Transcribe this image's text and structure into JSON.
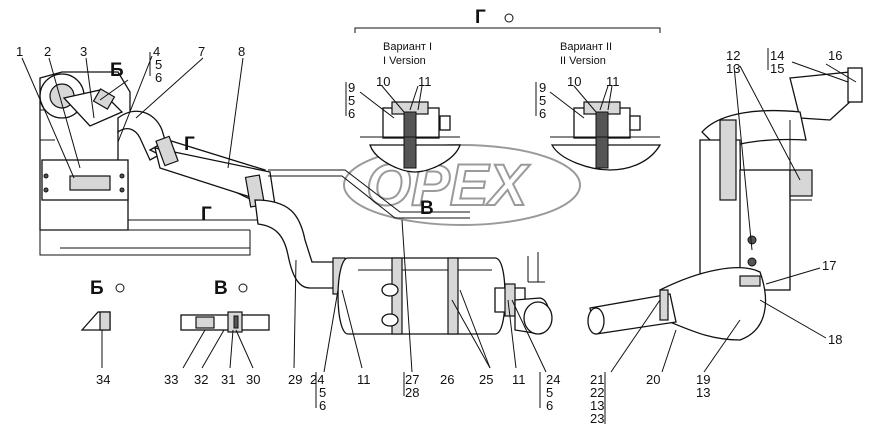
{
  "views": {
    "G_title": "Г",
    "B_title": "Б",
    "V_title": "В",
    "variant1": {
      "ru": "Вариант I",
      "en": "I Version"
    },
    "variant2": {
      "ru": "Вариант II",
      "en": "II Version"
    }
  },
  "watermark": "OPEX",
  "callouts": {
    "c1": "1",
    "c2": "2",
    "c3": "3",
    "c4": "4",
    "c5": "5",
    "c6": "6",
    "c7": "7",
    "c8": "8",
    "c9a": "9",
    "c5a": "5",
    "c6a": "6",
    "c10a": "10",
    "c11a": "11",
    "c9b": "9",
    "c5b": "5",
    "c6b": "6",
    "c10b": "10",
    "c11b": "11",
    "c12": "12",
    "c13": "13",
    "c14": "14",
    "c15": "15",
    "c16": "16",
    "c17": "17",
    "c18": "18",
    "c19": "19",
    "c13c": "13",
    "c20": "20",
    "c21": "21",
    "c22": "22",
    "c13d": "13",
    "c23": "23",
    "c24a": "24",
    "c5c": "5",
    "c6c": "6",
    "c11c": "11",
    "c27": "27",
    "c28": "28",
    "c26": "26",
    "c25": "25",
    "c11d": "11",
    "c24b": "24",
    "c5d": "5",
    "c6d": "6",
    "c29": "29",
    "c34": "34",
    "c33": "33",
    "c32": "32",
    "c31": "31",
    "c30": "30"
  }
}
